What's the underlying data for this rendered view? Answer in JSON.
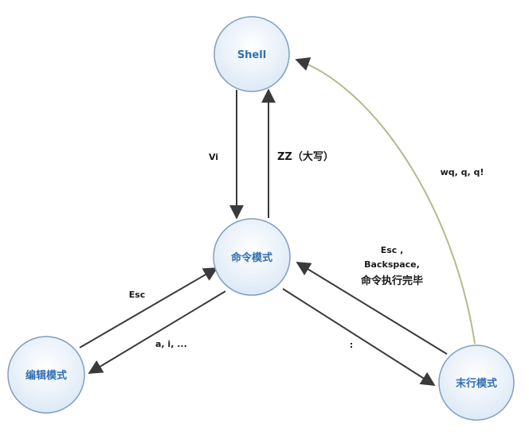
{
  "nodes": {
    "shell": "Shell",
    "command_mode": "命令模式",
    "edit_mode": "编辑模式",
    "last_line_mode": "末行模式"
  },
  "edges": {
    "shell_to_command": "Vi",
    "command_to_shell": "ZZ（大写）",
    "command_to_edit": "a, i, ...",
    "edit_to_command": "Esc",
    "command_to_last_line": ":",
    "last_line_to_command_line1": "Esc ,",
    "last_line_to_command_line2": "Backspace,",
    "last_line_to_command_line3": "命令执行完毕",
    "last_line_to_shell": "wq, q, q!"
  },
  "colors": {
    "node_fill": "#e8f1fa",
    "node_stroke": "#7f9fc1",
    "node_text": "#2f6fb5",
    "arrow": "#3a3a3a",
    "shell_arrow": "#b5b98a"
  }
}
